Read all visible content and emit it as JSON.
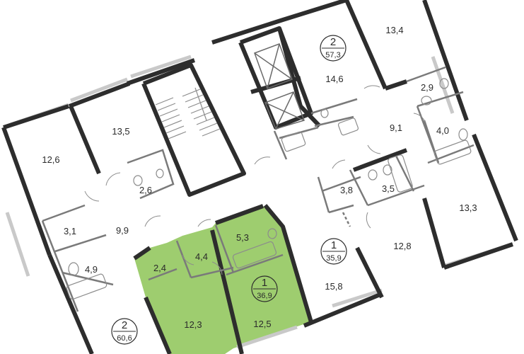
{
  "colors": {
    "highlight_fill": "#9ecd6f",
    "wall": "#2d2d2d",
    "partition": "#7a7a7a",
    "window": "#c9c9c9",
    "fixture": "#8c8c8c"
  },
  "apartments": [
    {
      "id": "apt-top",
      "number": "2",
      "area": "57,3"
    },
    {
      "id": "apt-right",
      "number": "1",
      "area": "35,9"
    },
    {
      "id": "apt-highlighted",
      "number": "1",
      "area": "36,9",
      "highlighted": true
    },
    {
      "id": "apt-bottom-left",
      "number": "2",
      "area": "60,6"
    }
  ],
  "rooms": [
    {
      "id": "r-13-4",
      "label": "13,4"
    },
    {
      "id": "r-14-6",
      "label": "14,6"
    },
    {
      "id": "r-2-9",
      "label": "2,9"
    },
    {
      "id": "r-9-1",
      "label": "9,1"
    },
    {
      "id": "r-4-0",
      "label": "4,0"
    },
    {
      "id": "r-13-5",
      "label": "13,5"
    },
    {
      "id": "r-12-6",
      "label": "12,6"
    },
    {
      "id": "r-2-6",
      "label": "2,6"
    },
    {
      "id": "r-3-8",
      "label": "3,8"
    },
    {
      "id": "r-3-5",
      "label": "3,5"
    },
    {
      "id": "r-13-3",
      "label": "13,3"
    },
    {
      "id": "r-3-1",
      "label": "3,1"
    },
    {
      "id": "r-9-9",
      "label": "9,9"
    },
    {
      "id": "r-5-3",
      "label": "5,3"
    },
    {
      "id": "r-4-4",
      "label": "4,4"
    },
    {
      "id": "r-2-4",
      "label": "2,4"
    },
    {
      "id": "r-4-9",
      "label": "4,9"
    },
    {
      "id": "r-12-8",
      "label": "12,8"
    },
    {
      "id": "r-15-8",
      "label": "15,8"
    },
    {
      "id": "r-12-3",
      "label": "12,3"
    },
    {
      "id": "r-12-5",
      "label": "12,5"
    }
  ]
}
